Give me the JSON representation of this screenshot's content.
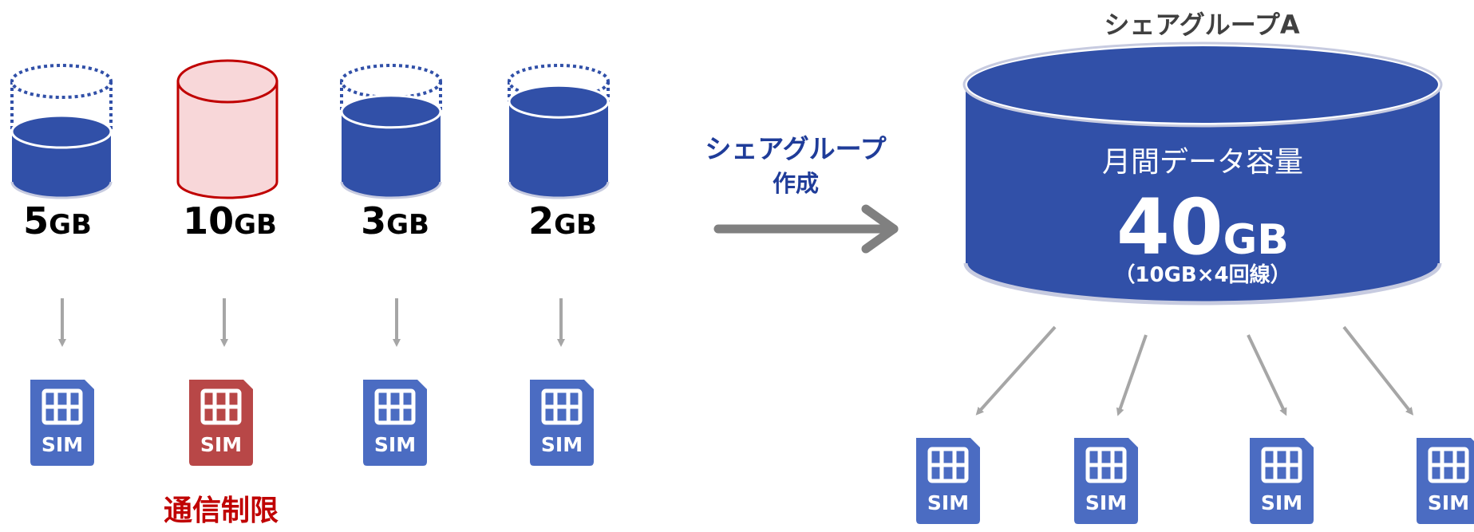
{
  "individual_plans": [
    {
      "amount": "5",
      "unit": "GB",
      "state": "partial",
      "fill": 0.5
    },
    {
      "amount": "10",
      "unit": "GB",
      "state": "limited",
      "fill": 1.0
    },
    {
      "amount": "3",
      "unit": "GB",
      "state": "partial",
      "fill": 0.7
    },
    {
      "amount": "2",
      "unit": "GB",
      "state": "partial",
      "fill": 0.8
    }
  ],
  "limit_label": "通信制限",
  "sim_label": "SIM",
  "action": {
    "line1": "シェアグループ",
    "line2": "作成"
  },
  "share_group": {
    "title": "シェアグループA",
    "capacity_label": "月間データ容量",
    "amount": "40",
    "unit": "GB",
    "breakdown": "（10GB×4回線）",
    "sim_count": 4
  },
  "colors": {
    "blue": "#3150a8",
    "sim_blue": "#4b6cc2",
    "red": "#c00000",
    "pink": "#f8d7d9",
    "sim_red": "#b84747",
    "arrow_gray": "#808080",
    "light_gray": "#a6a6a6",
    "action_blue": "#1f3c99"
  }
}
